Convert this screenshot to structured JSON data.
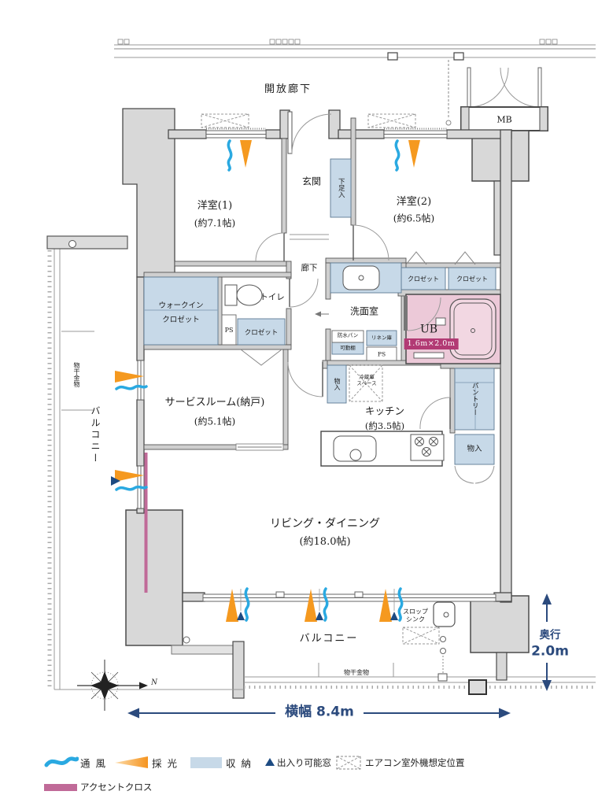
{
  "plan": {
    "corridor": "開放廊下",
    "mb": "MB",
    "rooms": {
      "entrance": "玄関",
      "shoe": "下足入",
      "bedroom1": {
        "name": "洋室(1)",
        "size": "(約7.1帖)"
      },
      "bedroom2": {
        "name": "洋室(2)",
        "size": "(約6.5帖)"
      },
      "hallway": "廊下",
      "toilet": "トイレ",
      "wic_l1": "ウォークイン",
      "wic_l2": "クロゼット",
      "ps1": "PS",
      "closet_hall": "クロゼット",
      "washroom": "洗面室",
      "waterproof_pan": "防水パン",
      "movable_shelf": "可動棚",
      "linen": "リネン庫",
      "ps2": "PS",
      "ub": {
        "name": "UB",
        "size": "1.6m×2.0m"
      },
      "closet_w1": "クロゼット",
      "closet_w2": "クロゼット",
      "service": {
        "name": "サービスルーム(納戸)",
        "size": "(約5.1帖)"
      },
      "storage_kitchen": "物入",
      "fridge": "冷蔵庫\nスペース",
      "kitchen": {
        "name": "キッチン",
        "size": "(約3.5帖)"
      },
      "pantry": "パントリー",
      "storage_pantry": "物入",
      "living": {
        "name": "リビング・ダイニング",
        "size": "(約18.0帖)"
      },
      "balcony_bottom": "バルコニー",
      "balcony_left": "バルコニー",
      "laundry_bottom": "物干金物",
      "laundry_left": "物干金物",
      "slop_sink": "スロップ\nシンク"
    },
    "dimensions": {
      "depth_label": "奥行",
      "depth_value": "2.0m",
      "width": "横幅 8.4m"
    },
    "compass_n": "N"
  },
  "legend": {
    "vent": "通風",
    "daylight": "採光",
    "storage": "収納",
    "access_window": "出入り可能窓",
    "ac_unit": "エアコン室外機想定位置",
    "accent": "アクセントクロス"
  },
  "icons": {
    "vent": "blue-wave",
    "daylight": "orange-wedge",
    "access_window": "navy-triangle-up",
    "ac_unit": "dashed-box-x",
    "compass": "compass-rose"
  },
  "colors": {
    "storage_fill": "#c7d9e8",
    "ub_fill": "#ecc9d8",
    "ub_badge": "#b23a74",
    "accent_cloth": "#c06a98",
    "vent_blue": "#2aa9e1",
    "daylight_orange": "#f5991f",
    "window_navy": "#1d4b82",
    "dimension_navy": "#2b4a7d",
    "wall_fill": "#d8d8d8",
    "wall_stroke": "#4a4a4a"
  }
}
